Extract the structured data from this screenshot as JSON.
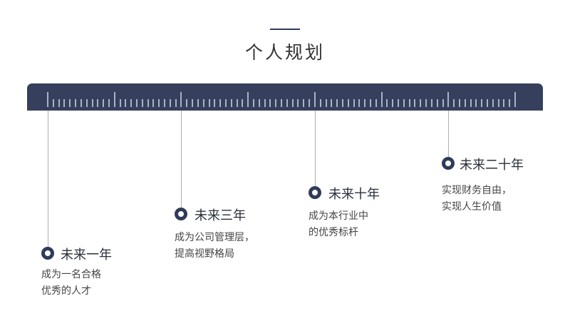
{
  "title": "个人规划",
  "colors": {
    "ruler": "#363f5c",
    "marker": "#2f3b58",
    "tick": "#aab2c8",
    "connector": "#b0b0b0"
  },
  "milestones": [
    {
      "label": "未来一年",
      "desc_line1": "成为一名合格",
      "desc_line2": "优秀的人才"
    },
    {
      "label": "未来三年",
      "desc_line1": "成为公司管理层，",
      "desc_line2": "提高视野格局"
    },
    {
      "label": "未来十年",
      "desc_line1": "成为本行业中",
      "desc_line2": "的优秀标杆"
    },
    {
      "label": "未来二十年",
      "desc_line1": "实现财务自由，",
      "desc_line2": "实现人生价值"
    }
  ]
}
